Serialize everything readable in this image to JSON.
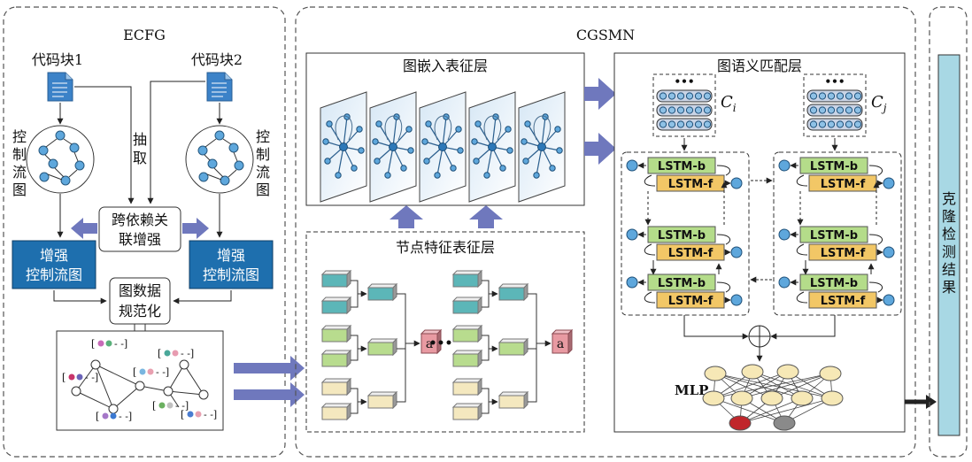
{
  "ecfg": {
    "title": "ECFG",
    "code_block_1": "代码块1",
    "code_block_2": "代码块2",
    "cfg_left": [
      "控",
      "制",
      "流",
      "图"
    ],
    "cfg_right": [
      "控",
      "制",
      "流",
      "图"
    ],
    "extract": [
      "抽",
      "取"
    ],
    "cross_dep": [
      "跨依赖关",
      "联增强"
    ],
    "enhanced_left": [
      "增强",
      "控制流图"
    ],
    "enhanced_right": [
      "增强",
      "控制流图"
    ],
    "normalize": [
      "图数据",
      "规范化"
    ]
  },
  "cgsmn": {
    "title": "CGSMN",
    "graph_embed": "图嵌入表征层",
    "node_feature": "节点特征表征层",
    "node_agg_label": "a",
    "ellipsis": "•••",
    "semantic_match": "图语义匹配层",
    "ci": "C",
    "ci_sub": "i",
    "cj": "C",
    "cj_sub": "j",
    "lstm_b": "LSTM-b",
    "lstm_f": "LSTM-f",
    "mlp": "MLP",
    "plus": "⊕"
  },
  "result": [
    "克",
    "隆",
    "检",
    "测",
    "结",
    "果"
  ],
  "colors": {
    "arrow_blue": "#6f78bd",
    "lstm_green": "#b4dc8a",
    "lstm_orange": "#f2c766",
    "node_blue": "#5ea7dc",
    "result_fill": "#a8d8e4",
    "enhanced_fill": "#1e6fae"
  }
}
